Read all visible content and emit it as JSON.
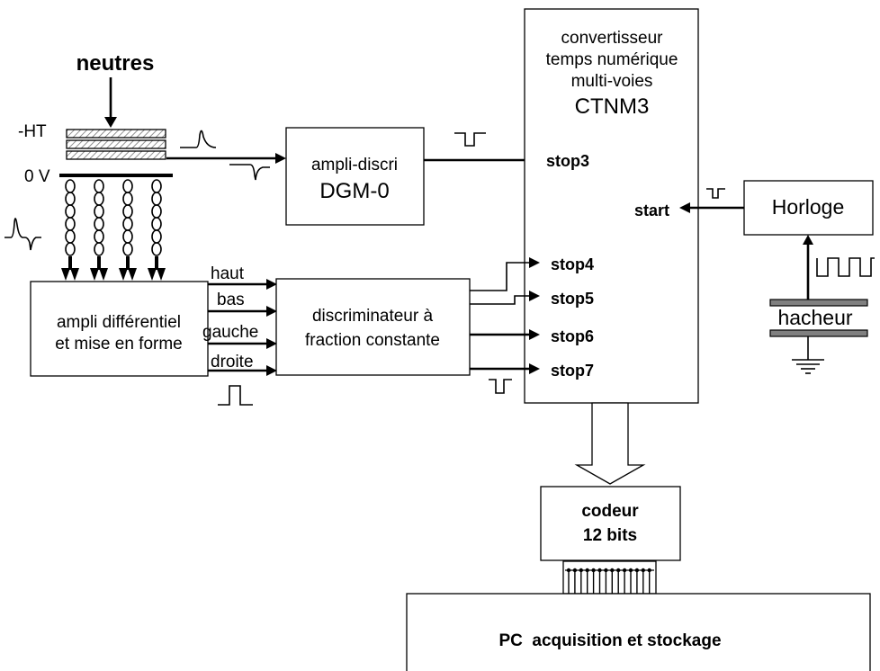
{
  "detector": {
    "neutrons_label": "neutres",
    "hv_label": "-HT",
    "ground_label": "0 V"
  },
  "ampli_discri": {
    "line1": "ampli-discri",
    "line2": "DGM-0"
  },
  "tdc": {
    "line1": "convertisseur",
    "line2": "temps numérique",
    "line3": "multi-voies",
    "name": "CTNM3",
    "start": "start",
    "stops": [
      "stop3",
      "stop4",
      "stop5",
      "stop6",
      "stop7"
    ]
  },
  "clock": {
    "label": "Horloge"
  },
  "chopper": {
    "label": "hacheur"
  },
  "ampli_diff": {
    "line1": "ampli différentiel",
    "line2": "et mise en forme"
  },
  "channels": [
    "haut",
    "bas",
    "gauche",
    "droite"
  ],
  "cfd": {
    "line1": "discriminateur à",
    "line2": "fraction constante"
  },
  "coder": {
    "line1": "codeur",
    "line2": "12 bits"
  },
  "pc": {
    "label": "PC  acquisition et stockage"
  }
}
